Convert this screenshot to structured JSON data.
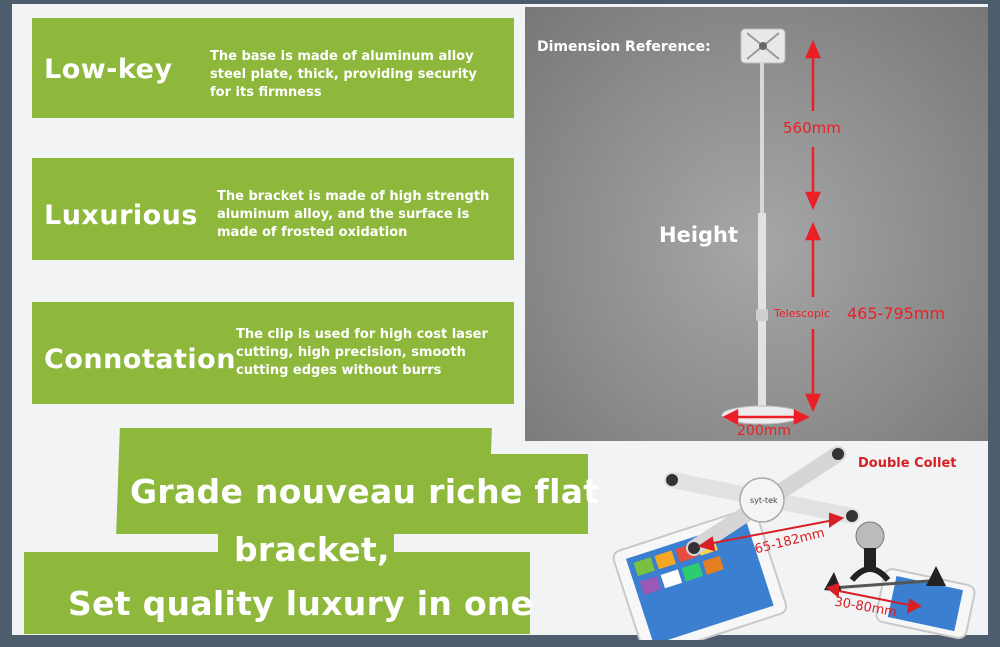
{
  "features": [
    {
      "title": "Low-key",
      "lines": [
        "The base is made of aluminum alloy",
        "steel plate, thick, providing security",
        "for its firmness"
      ]
    },
    {
      "title": "Luxurious",
      "lines": [
        "The bracket is made of high strength",
        "aluminum alloy, and the surface is",
        "made of frosted oxidation"
      ]
    },
    {
      "title": "Connotation",
      "lines": [
        "The clip is used for high cost laser",
        "cutting, high precision, smooth",
        "cutting edges without burrs"
      ]
    }
  ],
  "dimension": {
    "reference_label": "Dimension Reference:",
    "height_label": "Height",
    "top_length": "560mm",
    "telescopic_label": "Telescopic",
    "telescopic_range": "465-795mm",
    "base_width": "200mm"
  },
  "banner": {
    "line1": "Grade nouveau riche flat",
    "line2": "bracket,",
    "line3": "Set quality luxury in one"
  },
  "product": {
    "collet_label": "Double Collet",
    "clip_range_large": "65-182mm",
    "clip_range_small": "30-80mm",
    "brand_text": "syt-tek"
  },
  "colors": {
    "panel_green": "#8db83c",
    "frame_slate": "#4d5d6e",
    "measure_red": "#ea2026"
  }
}
